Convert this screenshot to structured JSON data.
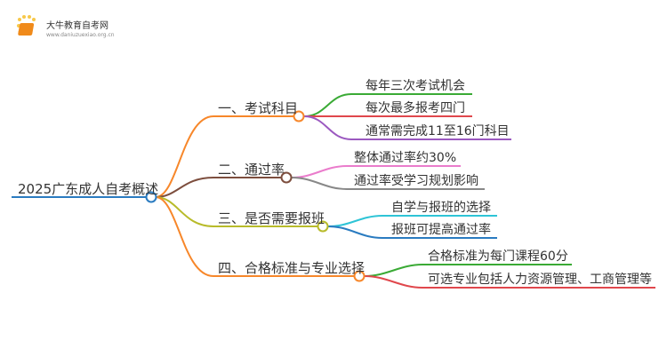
{
  "logo": {
    "title": "大牛教育自考网",
    "url": "www.daniuzuexiao.org.cn"
  },
  "root": {
    "label": "2025广东成人自考概述",
    "color": "#2a7bc0"
  },
  "branches": [
    {
      "label": "一、考试科目",
      "color": "#f7872a",
      "leaves": [
        {
          "label": "每年三次考试机会",
          "color": "#3aaa35"
        },
        {
          "label": "每次最多报考四门",
          "color": "#e0474c"
        },
        {
          "label": "通常需完成11至16门科目",
          "color": "#9b59c0"
        }
      ]
    },
    {
      "label": "二、通过率",
      "color": "#7d4e3e",
      "leaves": [
        {
          "label": "整体通过率约30%",
          "color": "#ea7ccc"
        },
        {
          "label": "通过率受学习规划影响",
          "color": "#888888"
        }
      ]
    },
    {
      "label": "三、是否需要报班",
      "color": "#b8bb2a",
      "leaves": [
        {
          "label": "自学与报班的选择",
          "color": "#2ec4d6"
        },
        {
          "label": "报班可提高通过率",
          "color": "#2a7bc0"
        }
      ]
    },
    {
      "label": "四、合格标准与专业选择",
      "color": "#f7872a",
      "leaves": [
        {
          "label": "合格标准为每门课程60分",
          "color": "#3aaa35"
        },
        {
          "label": "可选专业包括人力资源管理、工商管理等",
          "color": "#e0474c"
        }
      ]
    }
  ]
}
